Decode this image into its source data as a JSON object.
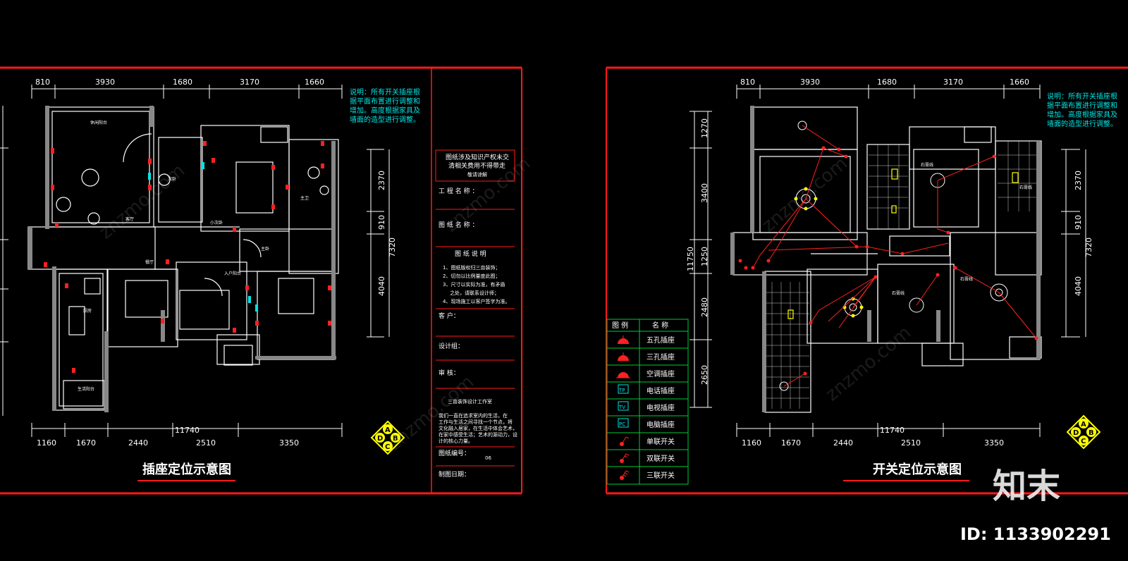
{
  "left_sheet": {
    "top_dims": [
      "810",
      "3930",
      "1680",
      "3170",
      "1660"
    ],
    "bottom_dims": [
      "1160",
      "1670",
      "2440",
      "2510",
      "3350"
    ],
    "total_dim": "11740",
    "right_dims": [
      "2370",
      "910",
      "4040"
    ],
    "right_total": "7320",
    "note": [
      "说明：所有开关插座根",
      "据平面布置进行调整和",
      "增加。高度根据家具及",
      "墙面的造型进行调整。"
    ],
    "title": "插座定位示意图",
    "rooms": [
      "休闲阳台",
      "客厅",
      "主卫",
      "次卧",
      "餐厅",
      "厨房",
      "主卧",
      "生活阳台",
      "小次卧",
      "入户阳台"
    ]
  },
  "title_block": {
    "notice": [
      "图纸涉及知识产权未交",
      "清相关费用不得带走",
      "敬请谅解"
    ],
    "project_name": "工 程 名 称 ：",
    "drawing_name": "图 纸 名 称 ：",
    "desc_title": "图 纸 说 明",
    "desc_lines": [
      "1、图纸版权归三亩装饰；",
      "2、切勿以比例量度此图；",
      "3、尺寸以实际为准，有矛盾",
      "之处，请联系设计师；",
      "4、现场施工以客户签字为准。"
    ],
    "client": "客 户：",
    "design_group": "设计组：",
    "review": "审 核：",
    "studio": "三亩装饰设计工作室",
    "slogan": [
      "我们一直在追求室内的生活，在",
      "工作与生活之间寻找一个节点，将",
      "文化融入居家，在生活中体会艺术，",
      "在家中感受生活；艺术的源动力，设",
      "计的核心力量。"
    ],
    "drawing_no_label": "图纸编号：",
    "drawing_no": "06",
    "date_label": "制图日期："
  },
  "right_sheet": {
    "top_dims": [
      "810",
      "3930",
      "1680",
      "3170",
      "1660"
    ],
    "bottom_dims": [
      "1160",
      "1670",
      "2440",
      "2510",
      "3350"
    ],
    "total_dim": "11740",
    "left_dims": [
      "1270",
      "3400",
      "1250",
      "2480",
      "2650"
    ],
    "left_total": "11750",
    "right_dims": [
      "2370",
      "910",
      "4040"
    ],
    "right_total": "7320",
    "note": [
      "说明：所有开关插座根",
      "据平面布置进行调整和",
      "增加。高度根据家具及",
      "墙面的造型进行调整。"
    ],
    "title": "开关定位示意图",
    "ceiling_labels": [
      "石膏线",
      "石膏线",
      "石膏线",
      "石膏线"
    ]
  },
  "legend": {
    "header_icon": "图 例",
    "header_name": "名 称",
    "rows": [
      {
        "icon": "five-hole-socket-icon",
        "name": "五孔插座"
      },
      {
        "icon": "three-hole-socket-icon",
        "name": "三孔插座"
      },
      {
        "icon": "ac-socket-icon",
        "name": "空调插座"
      },
      {
        "icon": "phone-socket-icon",
        "sym": "TP",
        "name": "电话插座"
      },
      {
        "icon": "tv-socket-icon",
        "sym": "TV",
        "name": "电视插座"
      },
      {
        "icon": "pc-socket-icon",
        "sym": "PC",
        "name": "电脑插座"
      },
      {
        "icon": "single-switch-icon",
        "name": "单联开关"
      },
      {
        "icon": "double-switch-icon",
        "name": "双联开关"
      },
      {
        "icon": "triple-switch-icon",
        "name": "三联开关"
      }
    ]
  },
  "stamp": {
    "letters": [
      "A",
      "B",
      "C",
      "D"
    ]
  },
  "watermark": {
    "text": "znzmo.com",
    "logo": "知末",
    "id": "ID: 1133902291"
  },
  "colors": {
    "frame": "#ff1a1a",
    "dim": "#ffffff",
    "note": "#00e5e5",
    "wall": "#ffffff",
    "wire": "#ff2020",
    "yellow": "#ffff00"
  }
}
